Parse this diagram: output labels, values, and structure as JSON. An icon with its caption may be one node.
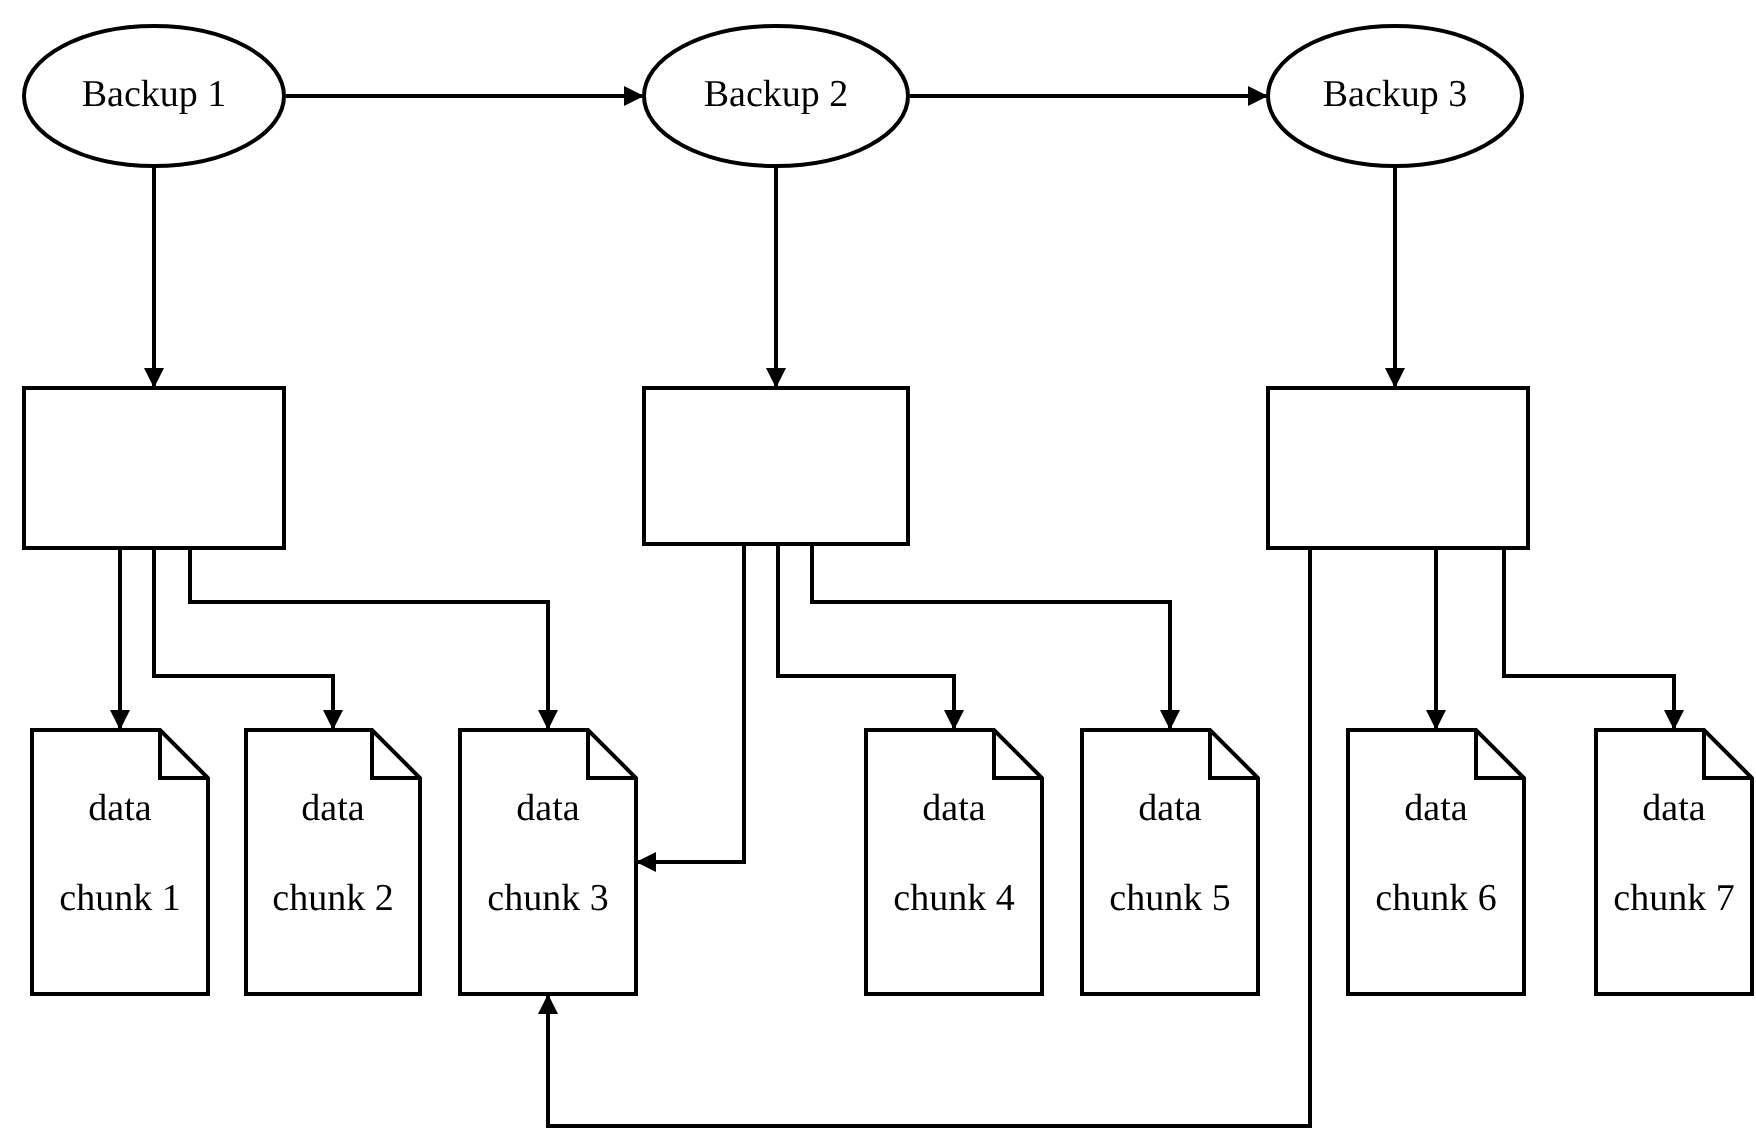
{
  "diagram": {
    "nodes": [
      {
        "text": [
          "Backup 1"
        ]
      },
      {
        "text": [
          "Backup 2"
        ]
      },
      {
        "text": [
          "Backup 3"
        ]
      },
      {
        "text": [],
        "shape": "box"
      },
      {
        "text": [],
        "shape": "box"
      },
      {
        "text": [],
        "shape": "box"
      },
      {
        "text": [
          "data chunk 1"
        ]
      },
      {
        "text": [
          "data chunk 2"
        ]
      },
      {
        "text": [
          "data chunk 3"
        ]
      },
      {
        "text": [
          "data chunk 4"
        ]
      },
      {
        "text": [
          "data chunk 5"
        ]
      },
      {
        "text": [
          "data chunk 6"
        ]
      },
      {
        "text": [
          "data chunk 7"
        ]
      }
    ],
    "edges": [
      {
        "from": 0,
        "to": 1,
        "arrow": "to"
      },
      {
        "from": 1,
        "to": 2,
        "arrow": "to"
      },
      {
        "from": 0,
        "to": 3,
        "arrow": "to"
      },
      {
        "from": 1,
        "to": 4,
        "arrow": "to"
      },
      {
        "from": 2,
        "to": 5,
        "arrow": "to"
      },
      {
        "from": 3,
        "to": 6,
        "arrow": "to"
      },
      {
        "from": 3,
        "to": 7,
        "arrow": "to"
      },
      {
        "from": 3,
        "to": 8,
        "arrow": "to"
      },
      {
        "from": 4,
        "to": 8,
        "arrow": "to"
      },
      {
        "from": 4,
        "to": 9,
        "arrow": "to"
      },
      {
        "from": 4,
        "to": 10,
        "arrow": "to"
      },
      {
        "from": 5,
        "to": 8,
        "arrow": "to"
      },
      {
        "from": 5,
        "to": 11,
        "arrow": "to"
      },
      {
        "from": 5,
        "to": 12,
        "arrow": "to"
      }
    ]
  }
}
